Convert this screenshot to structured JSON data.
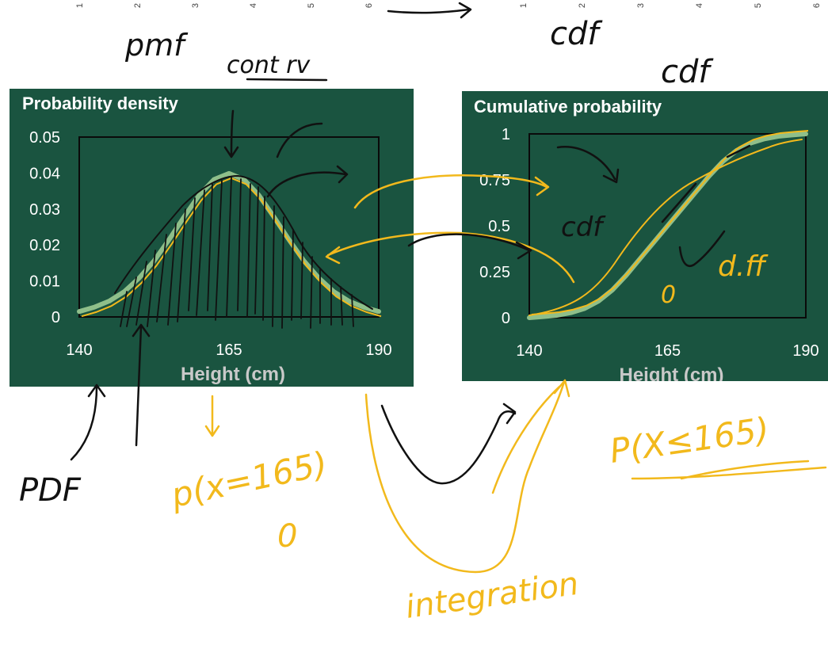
{
  "ruler_left": [
    "1",
    "2",
    "3",
    "4",
    "5",
    "6"
  ],
  "ruler_right": [
    "1",
    "2",
    "3",
    "4",
    "5",
    "6"
  ],
  "annotations": {
    "pmf": "pmf",
    "cont_rv": "cont rv",
    "cdf_top": "cdf",
    "cdf_top2": "cdf",
    "cdf_in_chart": "cdf",
    "diff": "d.ff",
    "zero": "0",
    "pdf": "PDF",
    "p_x_eq": "p(x=165)",
    "p_x_eq_value": "0",
    "p_x_le": "P(X≤165)",
    "integration": "integration"
  },
  "colors": {
    "panel_bg": "#1a5440",
    "pdf_curve": "#8fbf8a",
    "yellow_ink": "#f2b91c",
    "black_ink": "#111111",
    "axis_text": "#ffffff",
    "xlabel_text": "#c9c9c9"
  },
  "chart_data": [
    {
      "type": "line",
      "title": "Probability density",
      "xlabel": "Height (cm)",
      "ylabel": "",
      "xlim": [
        140,
        190
      ],
      "ylim": [
        0,
        0.05
      ],
      "xticks": [
        "140",
        "165",
        "190"
      ],
      "yticks": [
        "0",
        "0.01",
        "0.02",
        "0.03",
        "0.04",
        "0.05"
      ],
      "series": [
        {
          "x": [
            140,
            142.5,
            145,
            147.5,
            150,
            152.5,
            155,
            157.5,
            160,
            162.5,
            165,
            167.5,
            170,
            172.5,
            175,
            177.5,
            180,
            182.5,
            185,
            187.5,
            190
          ],
          "values": [
            0.0015,
            0.0027,
            0.0044,
            0.007,
            0.0108,
            0.0156,
            0.0215,
            0.0278,
            0.0338,
            0.0382,
            0.0399,
            0.0382,
            0.0338,
            0.0278,
            0.0215,
            0.0156,
            0.0108,
            0.007,
            0.0044,
            0.0027,
            0.0015
          ]
        }
      ]
    },
    {
      "type": "line",
      "title": "Cumulative probability",
      "xlabel": "Height (cm)",
      "ylabel": "",
      "xlim": [
        140,
        190
      ],
      "ylim": [
        0,
        1
      ],
      "xticks": [
        "140",
        "165",
        "190"
      ],
      "yticks": [
        "0",
        "0.25",
        "0.5",
        "0.75",
        "1"
      ],
      "series": [
        {
          "x": [
            140,
            142.5,
            145,
            147.5,
            150,
            152.5,
            155,
            157.5,
            160,
            162.5,
            165,
            167.5,
            170,
            172.5,
            175,
            177.5,
            180,
            182.5,
            185,
            187.5,
            190
          ],
          "values": [
            0.0,
            0.006,
            0.013,
            0.027,
            0.05,
            0.09,
            0.15,
            0.23,
            0.32,
            0.41,
            0.5,
            0.59,
            0.68,
            0.77,
            0.85,
            0.91,
            0.95,
            0.973,
            0.987,
            0.994,
            1.0
          ]
        }
      ]
    }
  ]
}
